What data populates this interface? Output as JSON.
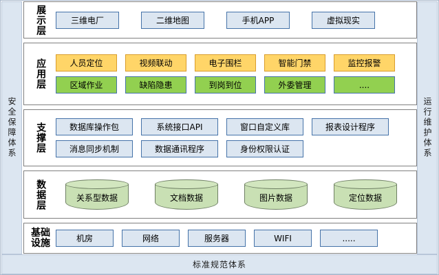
{
  "bands": {
    "left": {
      "text": "安全保障体系"
    },
    "right": {
      "text": "运行维护体系"
    },
    "bottom": {
      "text": "标准规范体系"
    }
  },
  "layers": [
    {
      "id": "presentation",
      "title": "展示层",
      "rows": [
        {
          "style": "blue",
          "items": [
            "三维电厂",
            "二维地图",
            "手机APP",
            "虚拟现实"
          ]
        }
      ]
    },
    {
      "id": "application",
      "title": "应用层",
      "rows": [
        {
          "style": "orange",
          "items": [
            "人员定位",
            "视频联动",
            "电子围栏",
            "智能门禁",
            "监控报警"
          ]
        },
        {
          "style": "green",
          "items": [
            "区域作业",
            "缺陷隐患",
            "到岗到位",
            "外委管理",
            "...."
          ]
        }
      ]
    },
    {
      "id": "support",
      "title": "支撑层",
      "rows": [
        {
          "style": "blue",
          "items": [
            "数据库操作包",
            "系统接口API",
            "窗口自定义库",
            "报表设计程序"
          ]
        },
        {
          "style": "blue",
          "items": [
            "消息同步机制",
            "数据通讯程序",
            "身份权限认证"
          ]
        }
      ]
    },
    {
      "id": "data",
      "title": "数据层",
      "rows": [
        {
          "style": "cylinder",
          "items": [
            "关系型数据",
            "文档数据",
            "图片数据",
            "定位数据"
          ]
        }
      ]
    },
    {
      "id": "infrastructure",
      "title": "基础设施",
      "title_lines": [
        "基础",
        "设施"
      ],
      "rows": [
        {
          "style": "blue",
          "items": [
            "机房",
            "网络",
            "服务器",
            "WIFI",
            "....."
          ]
        }
      ]
    }
  ],
  "colors": {
    "blue_fill": "#DCE6F1",
    "blue_border": "#4472A8",
    "orange_fill": "#FFD568",
    "orange_border": "#D99C2B",
    "green_fill": "#92D050",
    "cylinder_fill": "#C9E0B4",
    "panel_border": "#7F7F7F",
    "band_fill": "#DCE6F1"
  }
}
